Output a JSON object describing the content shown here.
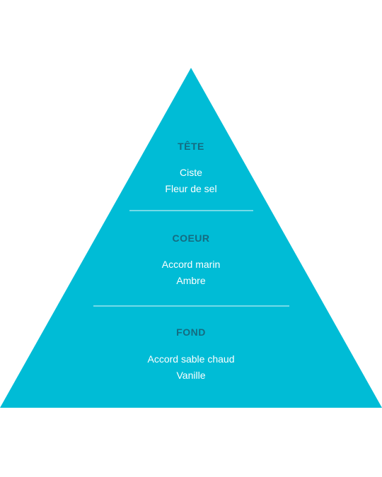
{
  "colors": {
    "background": "#ffffff",
    "pyramid_fill": "#00bcd6",
    "heading_text": "#156b80",
    "note_text": "#ffffff",
    "divider": "#e6f7fa"
  },
  "pyramid": {
    "tiers": [
      {
        "title": "TÊTE",
        "notes": [
          "Ciste",
          "Fleur de sel"
        ]
      },
      {
        "title": "COEUR",
        "notes": [
          "Accord marin",
          "Ambre"
        ]
      },
      {
        "title": "FOND",
        "notes": [
          "Accord sable chaud",
          "Vanille"
        ]
      }
    ]
  }
}
